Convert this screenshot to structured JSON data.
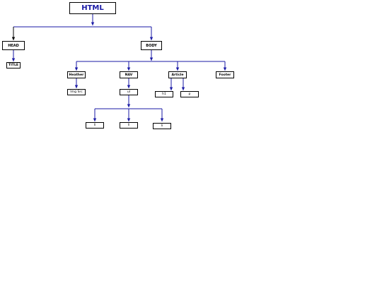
{
  "nodes": {
    "html": "HTML",
    "head": "HEAD",
    "body": "BODY",
    "title": "TITLE",
    "heather": "Heather",
    "nav": "NAV",
    "article": "Article",
    "footer": "Footer",
    "img_src": "Img Src",
    "ul": "ul",
    "h1": "h1",
    "p": "p",
    "li_1": "li",
    "li_2": "li",
    "li_3": "li"
  },
  "colors": {
    "connector": "#1a1aa6",
    "head_arrow": "#000000",
    "root_text": "#1a1aa6"
  }
}
